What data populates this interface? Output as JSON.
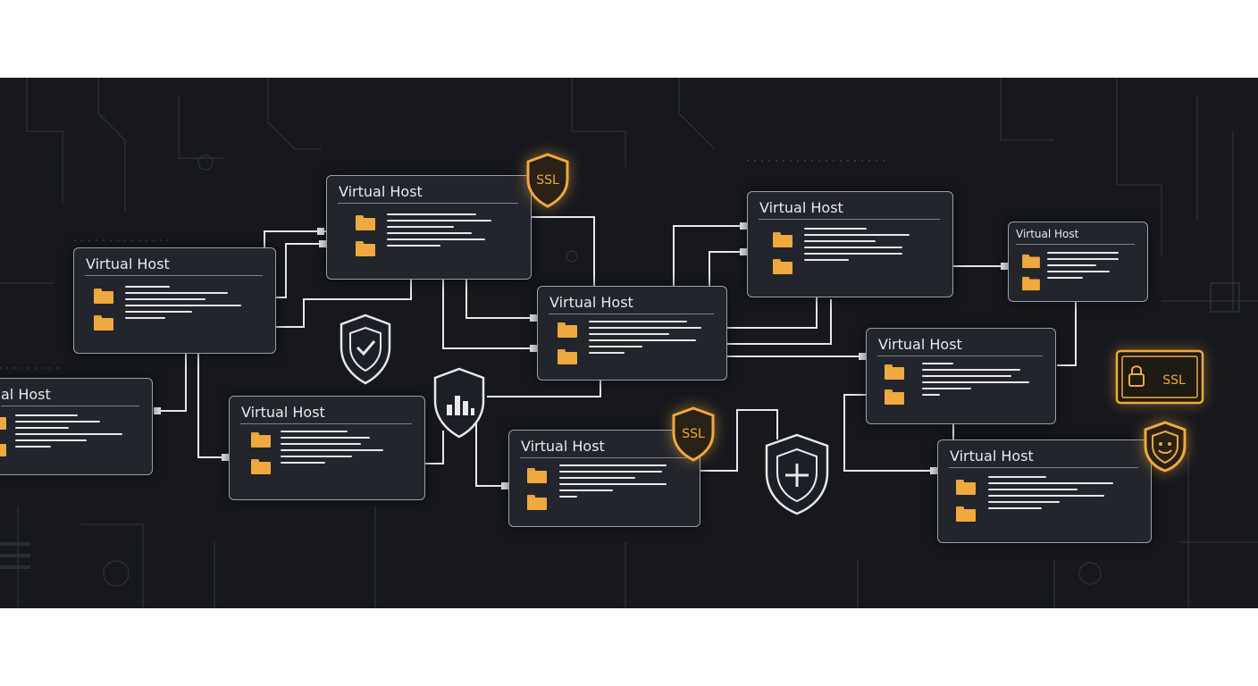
{
  "vhost_title": "Virtual Host",
  "vhost_title_cut": "al Host",
  "ssl_label": "SSL",
  "colors": {
    "background": "#16181d",
    "accent": "#f0a93e",
    "card": "#22252b",
    "line": "#e6e8ec"
  },
  "icons": [
    "folder-icon",
    "shield-check-icon",
    "shield-chart-icon",
    "shield-plus-icon",
    "ssl-shield-icon",
    "ssl-lock-certificate-icon",
    "shield-smile-icon"
  ]
}
